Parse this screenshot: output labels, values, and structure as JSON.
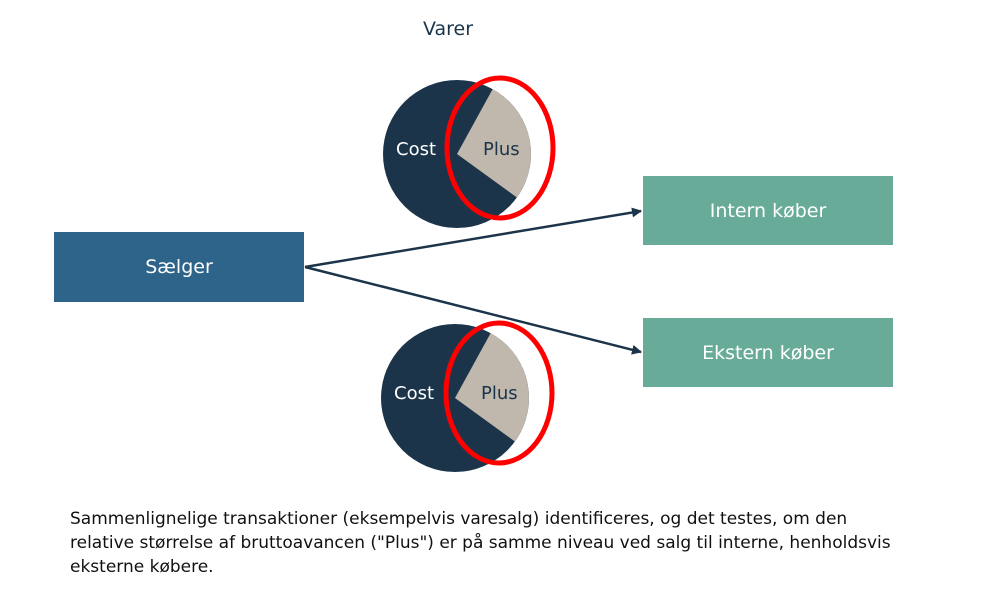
{
  "diagram": {
    "title": "Varer",
    "seller": {
      "label": "Sælger"
    },
    "buyers": [
      {
        "label": "Intern køber"
      },
      {
        "label": "Ekstern køber"
      }
    ],
    "pies": [
      {
        "cost_label": "Cost",
        "plus_label": "Plus",
        "plus_share": 0.27
      },
      {
        "cost_label": "Cost",
        "plus_label": "Plus",
        "plus_share": 0.27
      }
    ],
    "colors": {
      "seller": "#2e6489",
      "buyer": "#68ab98",
      "cost": "#1b344a",
      "plus": "#c1b8ad",
      "highlight": "#ff0000",
      "arrow": "#1b344a"
    },
    "caption": "Sammenlignelige transaktioner (eksempelvis varesalg) identificeres, og det testes, om den relative størrelse af bruttoavancen (\"Plus\") er på samme niveau ved salg til interne, henholdsvis eksterne købere."
  }
}
